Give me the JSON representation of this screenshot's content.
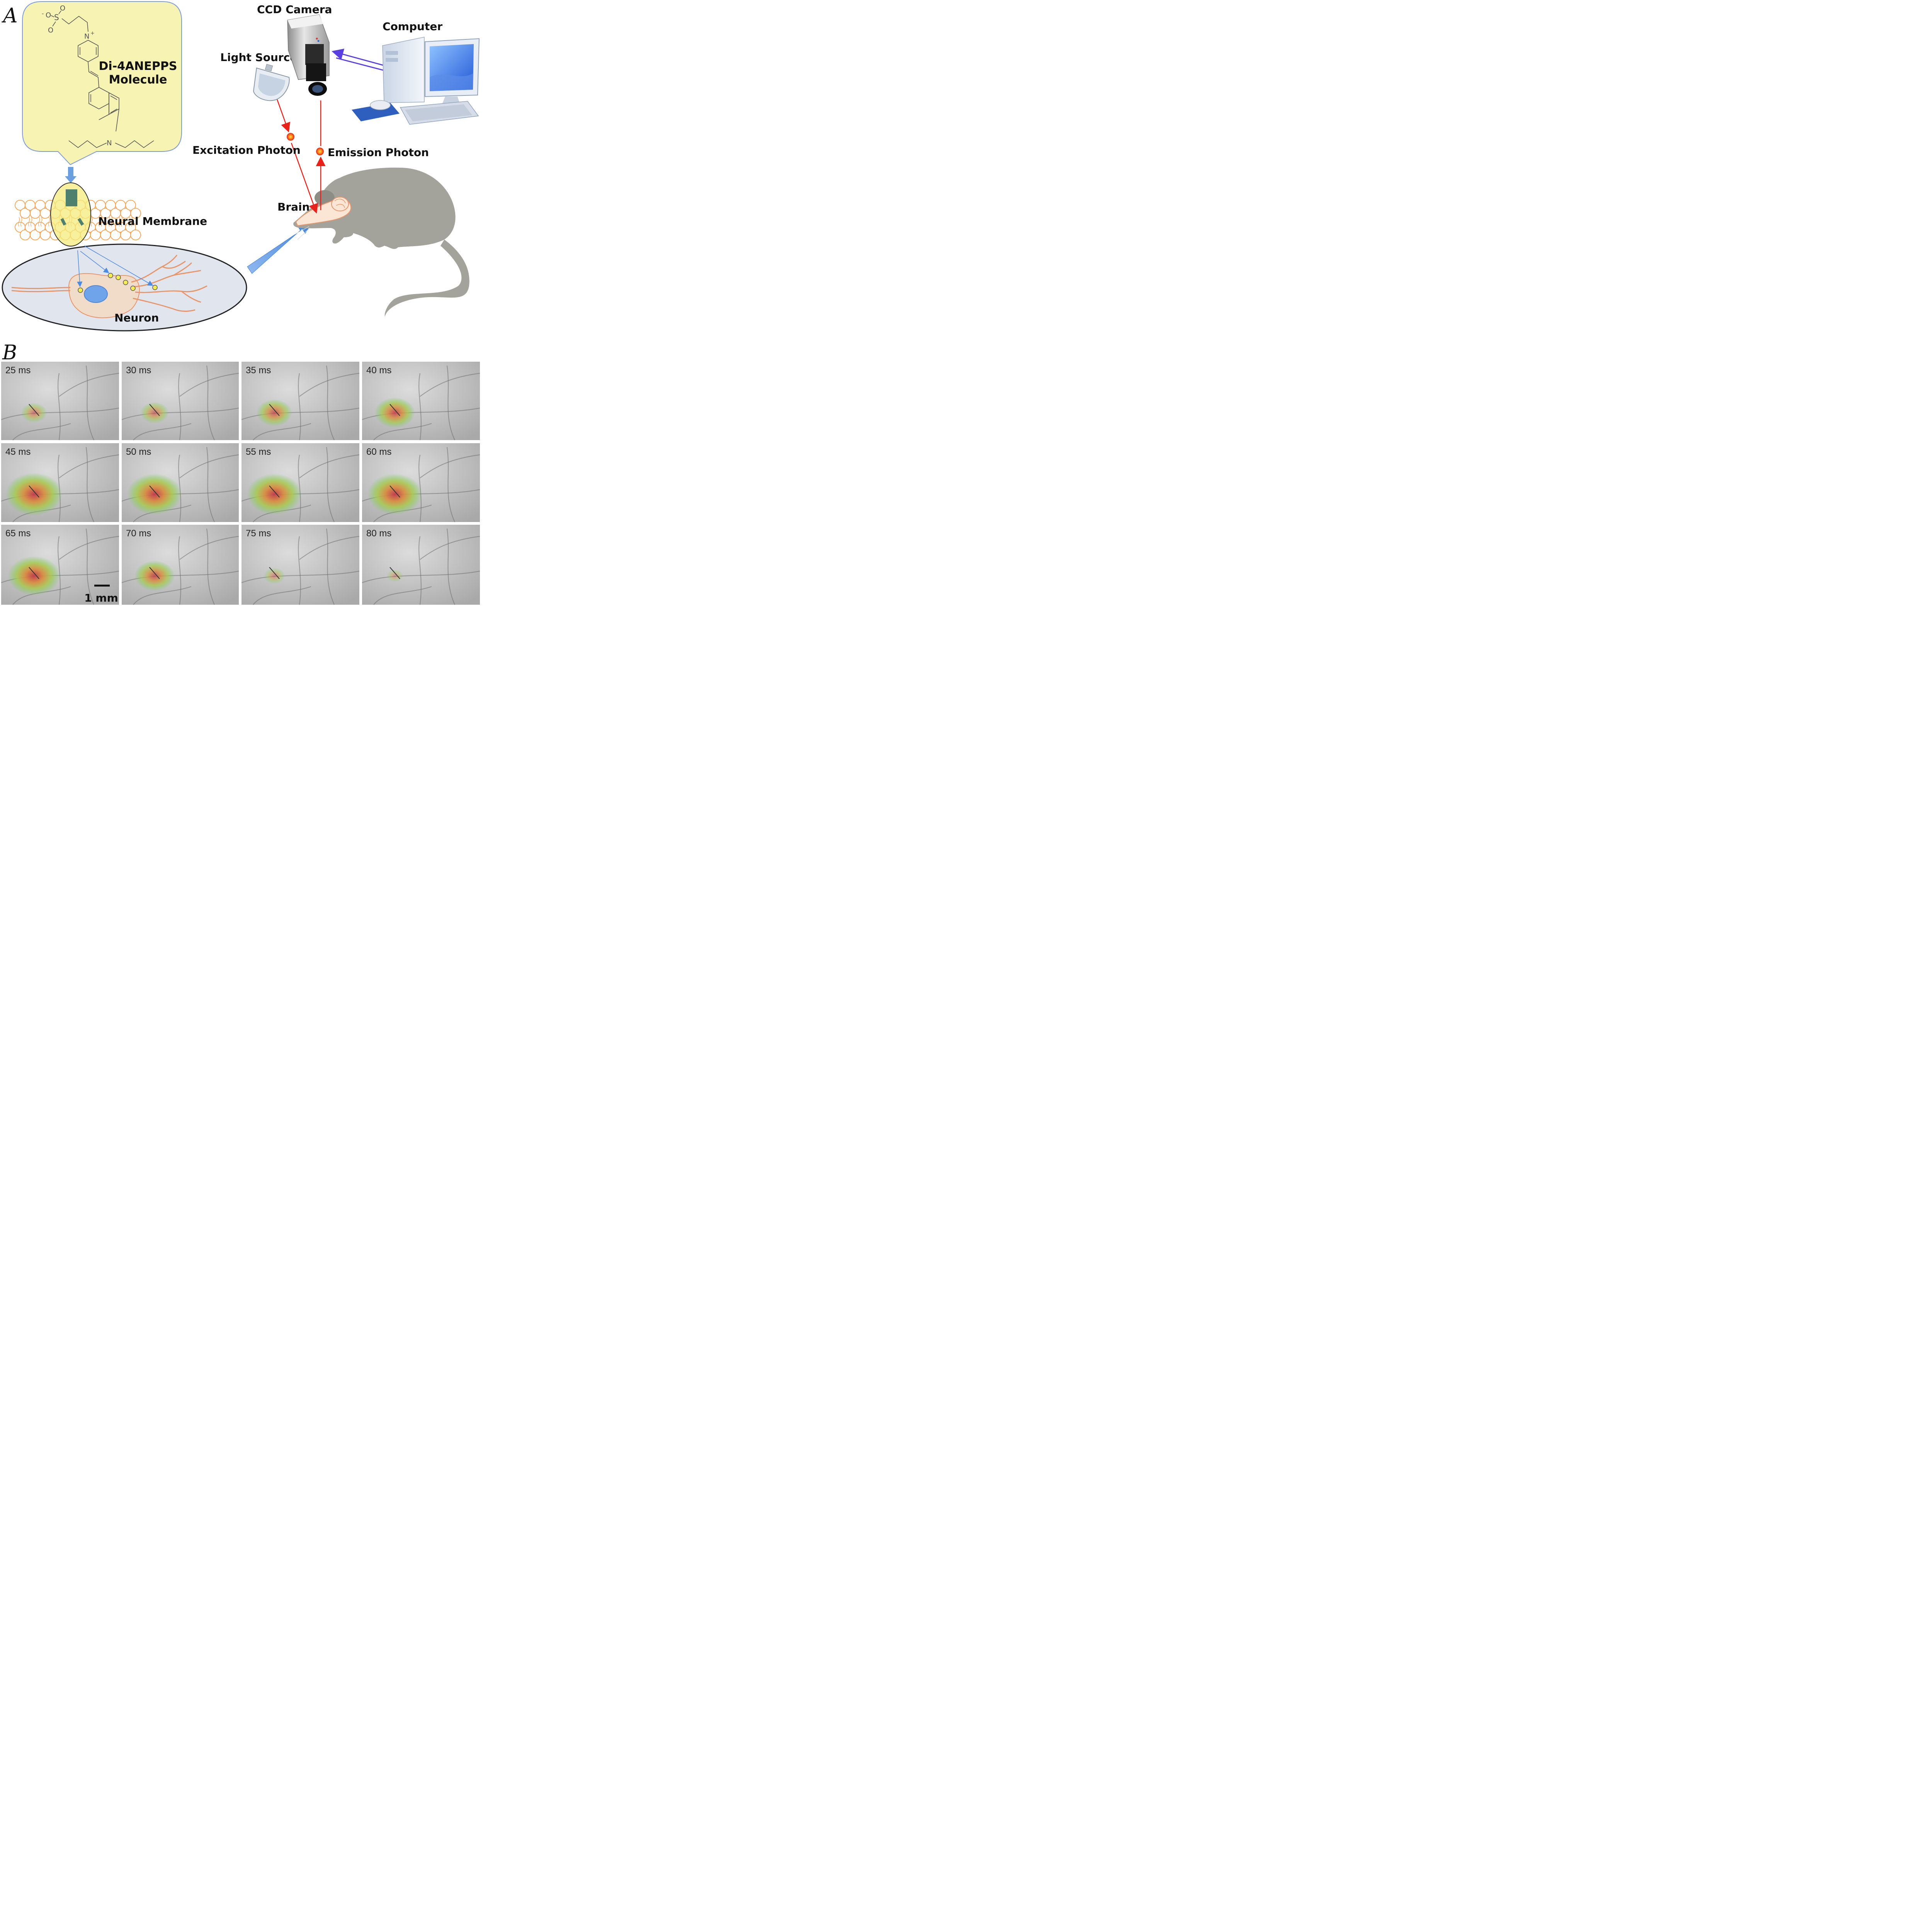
{
  "panel_a": {
    "letter": "A",
    "molecule": {
      "name_line1": "Di-4ANEPPS",
      "name_line2": "Molecule",
      "atom_sulfur": "S",
      "atom_oxygen": "O",
      "atom_nitrogen": "N",
      "charge_minus": "-",
      "charge_plus": "+"
    },
    "labels": {
      "membrane": "Neural Membrane",
      "neuron": "Neuron",
      "camera": "CCD Camera",
      "light_source": "Light Source",
      "computer": "Computer",
      "excitation": "Excitation Photon",
      "emission": "Emission Photon",
      "brain": "Brain"
    },
    "colors": {
      "molecule_box": "#f6f3b3",
      "membrane": "#f7a253",
      "arrow_blue": "#6c9fe0",
      "photon_path": "#e8221b",
      "rat": "#a3a39c",
      "link_purple": "#5a3fe0"
    }
  },
  "panel_b": {
    "letter": "B",
    "frames": [
      {
        "label": "25 ms",
        "activity": 0.25
      },
      {
        "label": "30 ms",
        "activity": 0.3
      },
      {
        "label": "35 ms",
        "activity": 0.45
      },
      {
        "label": "40 ms",
        "activity": 0.55
      },
      {
        "label": "45 ms",
        "activity": 0.9
      },
      {
        "label": "50 ms",
        "activity": 0.85
      },
      {
        "label": "55 ms",
        "activity": 0.85
      },
      {
        "label": "60 ms",
        "activity": 0.85
      },
      {
        "label": "65 ms",
        "activity": 0.8
      },
      {
        "label": "70 ms",
        "activity": 0.55
      },
      {
        "label": "75 ms",
        "activity": 0.15
      },
      {
        "label": "80 ms",
        "activity": 0.05
      }
    ],
    "scale_bar_label": "1 mm"
  }
}
